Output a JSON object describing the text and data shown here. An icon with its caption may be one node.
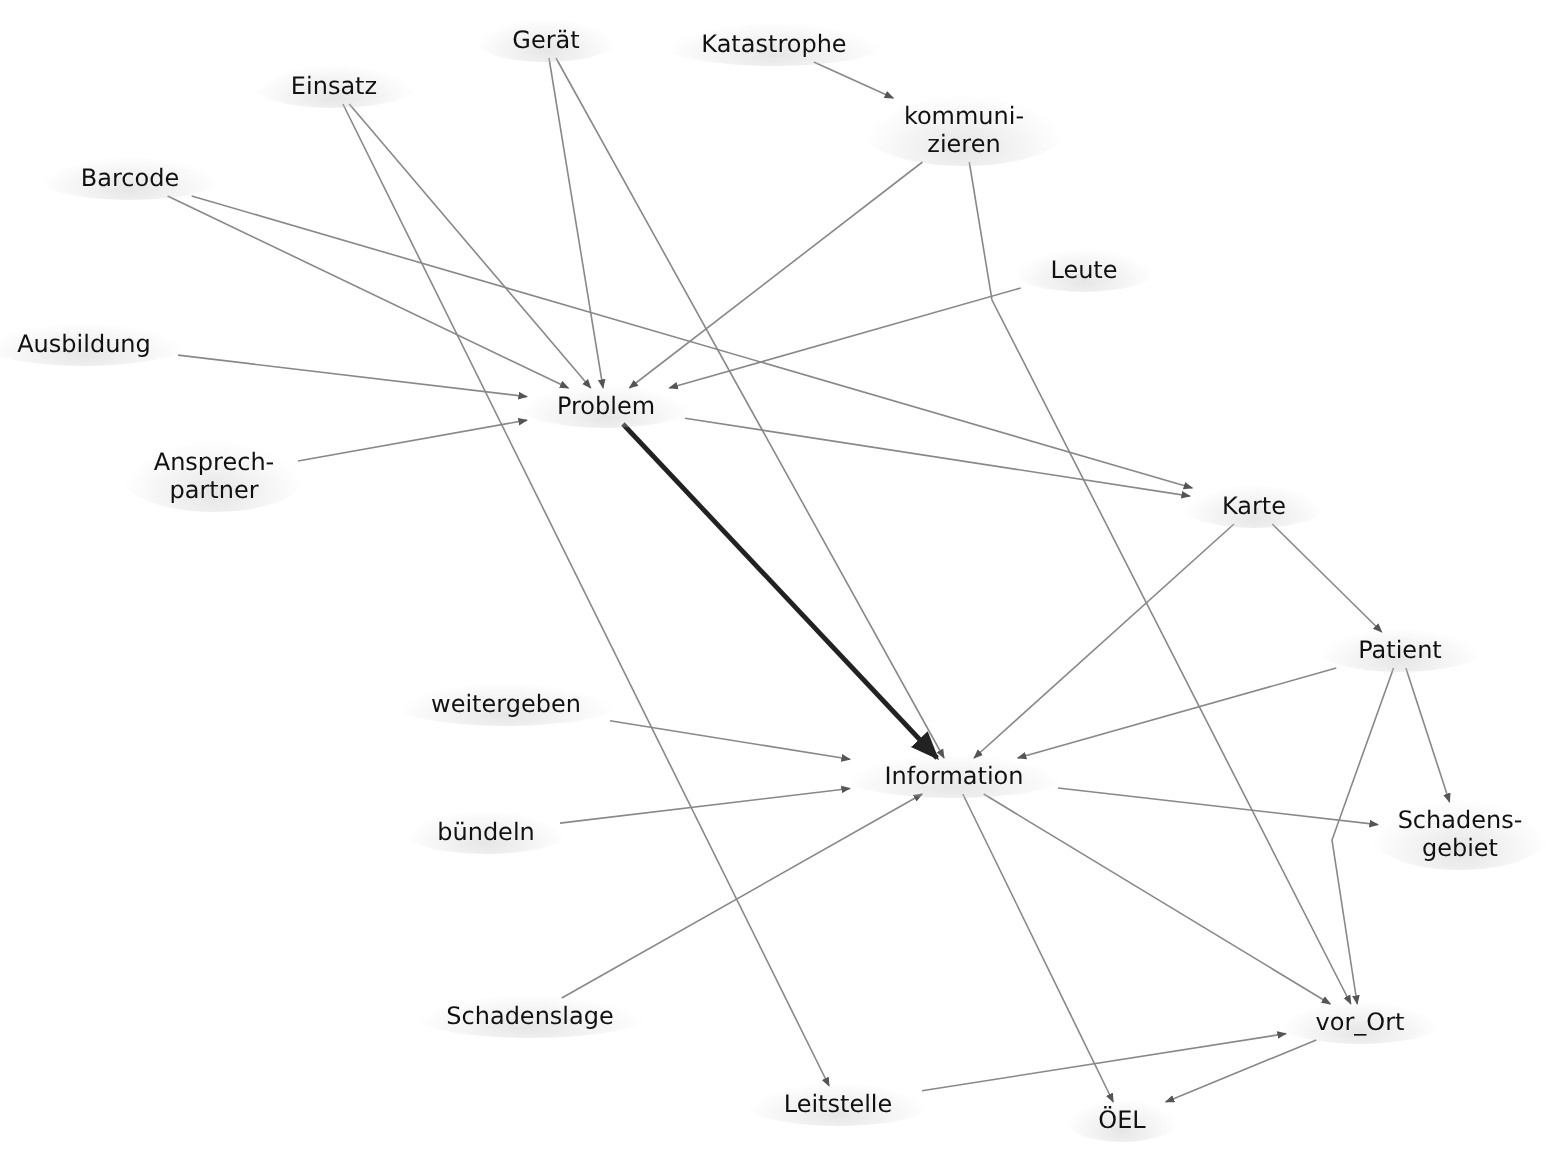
{
  "diagram": {
    "nodes": [
      {
        "text": [
          "Gerät"
        ]
      },
      {
        "text": [
          "Katastrophe"
        ]
      },
      {
        "text": [
          "Einsatz"
        ]
      },
      {
        "text": [
          "kommuni- zieren"
        ]
      },
      {
        "text": [
          "Barcode"
        ]
      },
      {
        "text": [
          "Leute"
        ]
      },
      {
        "text": [
          "Ausbildung"
        ]
      },
      {
        "text": [
          "Problem"
        ]
      },
      {
        "text": [
          "Ansprech- partner"
        ]
      },
      {
        "text": [
          "Karte"
        ]
      },
      {
        "text": [
          "Patient"
        ]
      },
      {
        "text": [
          "weitergeben"
        ]
      },
      {
        "text": [
          "Information"
        ]
      },
      {
        "text": [
          "bündeln"
        ]
      },
      {
        "text": [
          "Schadens- gebiet"
        ]
      },
      {
        "text": [
          "Schadenslage"
        ]
      },
      {
        "text": [
          "vor_Ort"
        ]
      },
      {
        "text": [
          "Leitstelle"
        ]
      },
      {
        "text": [
          "ÖEL"
        ]
      }
    ],
    "edges": [
      {
        "from": 6,
        "to": 7,
        "arrow": "to"
      },
      {
        "from": 8,
        "to": 7,
        "arrow": "to"
      },
      {
        "from": 4,
        "to": 7,
        "arrow": "to"
      },
      {
        "from": 4,
        "to": 9,
        "arrow": "to"
      },
      {
        "from": 2,
        "to": 7,
        "arrow": "to"
      },
      {
        "from": 0,
        "to": 7,
        "arrow": "to"
      },
      {
        "from": 3,
        "to": 7,
        "arrow": "to"
      },
      {
        "from": 5,
        "to": 7,
        "arrow": "to"
      },
      {
        "from": 1,
        "to": 3,
        "arrow": "to"
      },
      {
        "from": 7,
        "to": 12,
        "arrow": "to",
        "style": "thick",
        "color": "#222222"
      },
      {
        "from": 7,
        "to": 9,
        "arrow": "to"
      },
      {
        "from": 2,
        "to": 17,
        "arrow": "to"
      },
      {
        "from": 0,
        "to": 12,
        "arrow": "to"
      },
      {
        "from": 3,
        "to": 16,
        "arrow": "to"
      },
      {
        "from": 9,
        "to": 10,
        "arrow": "to"
      },
      {
        "from": 9,
        "to": 12,
        "arrow": "to"
      },
      {
        "from": 10,
        "to": 12,
        "arrow": "to"
      },
      {
        "from": 10,
        "to": 14,
        "arrow": "to"
      },
      {
        "from": 10,
        "to": 16,
        "arrow": "to"
      },
      {
        "from": 12,
        "to": 14,
        "arrow": "to"
      },
      {
        "from": 12,
        "to": 16,
        "arrow": "to"
      },
      {
        "from": 12,
        "to": 18,
        "arrow": "to"
      },
      {
        "from": 11,
        "to": 12,
        "arrow": "to"
      },
      {
        "from": 13,
        "to": 12,
        "arrow": "to"
      },
      {
        "from": 15,
        "to": 12,
        "arrow": "to"
      },
      {
        "from": 17,
        "to": 16,
        "arrow": "to"
      },
      {
        "from": 16,
        "to": 18,
        "arrow": "to"
      }
    ]
  }
}
